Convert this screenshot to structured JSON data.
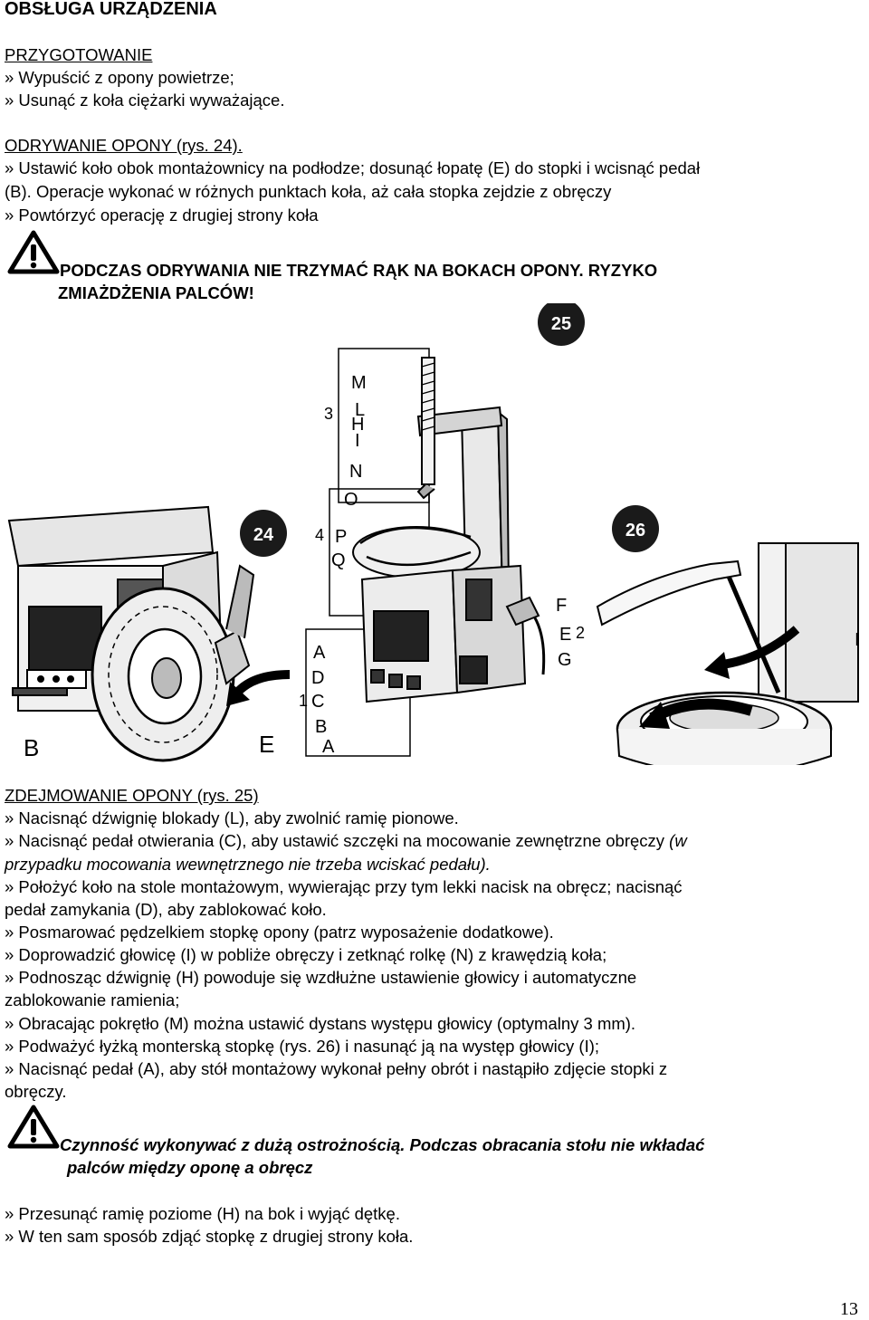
{
  "title": "OBSŁUGA URZĄDZENIA",
  "prep": {
    "heading": "PRZYGOTOWANIE",
    "lines": [
      "» Wypuścić z opony powietrze;",
      "» Usunąć z koła ciężarki wyważające."
    ]
  },
  "detach": {
    "heading": "ODRYWANIE OPONY (rys. 24).",
    "lines": [
      "» Ustawić koło obok montażownicy na podłodze; dosunąć łopatę (E) do stopki i wcisnąć pedał",
      "(B). Operacje wykonać w różnych punktach koła, aż cała stopka zejdzie z obręczy",
      "» Powtórzyć operację z drugiej strony koła"
    ],
    "warning": [
      "PODCZAS ODRYWANIA NIE TRZYMAĆ RĄK NA BOKACH OPONY. RYZYKO",
      "ZMIAŻDŻENIA PALCÓW!"
    ]
  },
  "figures": {
    "badges": [
      "25",
      "24",
      "26"
    ],
    "labels_fig25": [
      "M",
      "3",
      "L",
      "H",
      "I",
      "N",
      "O",
      "4",
      "P",
      "Q",
      "F",
      "E",
      "2",
      "G",
      "A",
      "D",
      "1",
      "C",
      "B",
      "A"
    ],
    "labels_fig24": [
      "B",
      "E"
    ],
    "labels_fig26": [
      "I"
    ]
  },
  "remove": {
    "heading": "ZDEJMOWANIE OPONY (rys. 25)",
    "lines": [
      "» Nacisnąć dźwignię blokady (L), aby zwolnić ramię pionowe.",
      "» Nacisnąć pedał otwierania (C), aby ustawić szczęki na mocowanie zewnętrzne obręczy",
      "(w",
      "przypadku mocowania wewnętrznego nie trzeba wciskać pedału).",
      "» Położyć koło na stole montażowym, wywierając przy tym lekki nacisk na obręcz; nacisnąć",
      "pedał zamykania (D), aby zablokować koło.",
      "» Posmarować pędzelkiem stopkę opony (patrz wyposażenie dodatkowe).",
      "» Doprowadzić głowicę (I) w pobliże obręczy i zetknąć rolkę (N) z krawędzią koła;",
      "» Podnosząc dźwignię (H) powoduje się wzdłużne ustawienie głowicy i automatyczne",
      "zablokowanie ramienia;",
      "» Obracając pokrętło (M) można ustawić dystans występu głowicy (optymalny 3 mm).",
      "» Podważyć łyżką monterską stopkę (rys. 26) i nasunąć ją na występ głowicy (I);",
      "» Nacisnąć pedał (A), aby stół montażowy wykonał pełny obrót i nastąpiło zdjęcie stopki z",
      "obręczy."
    ],
    "warning": [
      "Czynność wykonywać z dużą ostrożnością. Podczas obracania stołu nie wkładać",
      "palców między oponę a obręcz"
    ],
    "after": [
      "» Przesunąć ramię poziome (H) na bok i wyjąć dętkę.",
      "» W ten sam sposób zdjąć stopkę z drugiej strony koła."
    ]
  },
  "page_number": "13"
}
